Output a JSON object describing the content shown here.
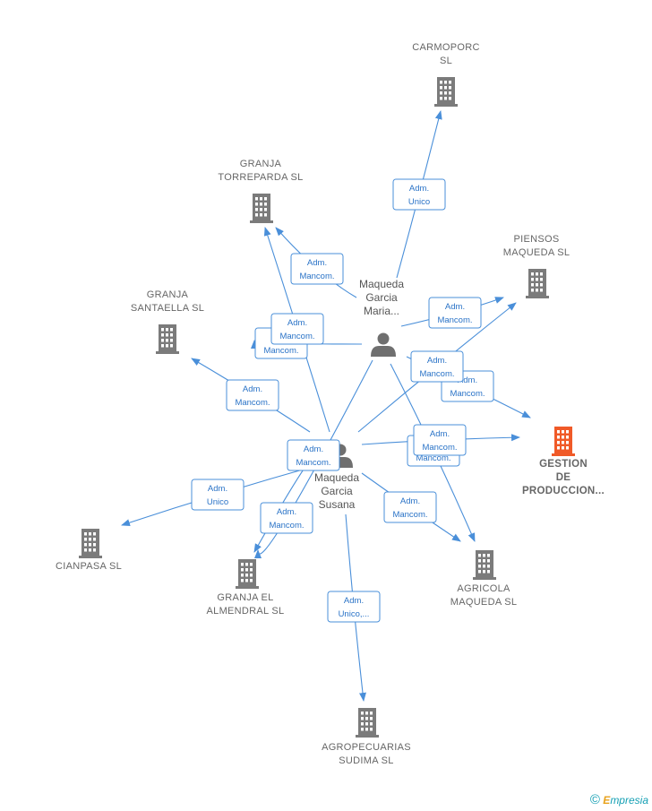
{
  "companies": [
    {
      "id": "carmoporc",
      "lines": [
        "CARMOPORC",
        "SL"
      ],
      "icon": "building-icon",
      "main": false
    },
    {
      "id": "granja-torreparda",
      "lines": [
        "GRANJA",
        "TORREPARDA SL"
      ],
      "icon": "building-icon",
      "main": false
    },
    {
      "id": "piensos-maqueda",
      "lines": [
        "PIENSOS",
        "MAQUEDA SL"
      ],
      "icon": "building-icon",
      "main": false
    },
    {
      "id": "granja-santaella",
      "lines": [
        "GRANJA",
        "SANTAELLA SL"
      ],
      "icon": "building-icon",
      "main": false
    },
    {
      "id": "gestion-produccion",
      "lines": [
        "GESTION",
        "DE",
        "PRODUCCION..."
      ],
      "icon": "building-icon",
      "main": true
    },
    {
      "id": "cianpasa",
      "lines": [
        "CIANPASA SL"
      ],
      "icon": "building-icon",
      "main": false
    },
    {
      "id": "granja-el-almendral",
      "lines": [
        "GRANJA EL",
        "ALMENDRAL SL"
      ],
      "icon": "building-icon",
      "main": false
    },
    {
      "id": "agricola-maqueda",
      "lines": [
        "AGRICOLA",
        "MAQUEDA SL"
      ],
      "icon": "building-icon",
      "main": false
    },
    {
      "id": "agropecuarias-sudima",
      "lines": [
        "AGROPECUARIAS",
        "SUDIMA  SL"
      ],
      "icon": "building-icon",
      "main": false
    }
  ],
  "persons": [
    {
      "id": "maria",
      "lines": [
        "Maqueda",
        "Garcia",
        "Maria..."
      ],
      "icon": "person-icon"
    },
    {
      "id": "susana",
      "lines": [
        "Maqueda",
        "Garcia",
        "Susana"
      ],
      "icon": "person-icon"
    }
  ],
  "edges": [
    {
      "from": "maria",
      "to": "carmoporc",
      "lines": [
        "Adm.",
        "Unico"
      ]
    },
    {
      "from": "maria",
      "to": "granja-torreparda",
      "lines": [
        "Adm.",
        "Mancom."
      ]
    },
    {
      "from": "maria",
      "to": "piensos-maqueda",
      "lines": [
        "Adm.",
        "Mancom."
      ]
    },
    {
      "from": "maria",
      "to": "granja-santaella",
      "lines": [
        "Adm.",
        "Mancom."
      ]
    },
    {
      "from": "maria",
      "to": "gestion-produccion",
      "lines": [
        "Adm.",
        "Mancom."
      ]
    },
    {
      "from": "maria",
      "to": "granja-el-almendral",
      "lines": [
        "Adm.",
        "Mancom."
      ]
    },
    {
      "from": "maria",
      "to": "agricola-maqueda",
      "lines": [
        "Adm.",
        "Mancom."
      ]
    },
    {
      "from": "susana",
      "to": "granja-torreparda",
      "lines": [
        "Adm.",
        "Mancom."
      ]
    },
    {
      "from": "susana",
      "to": "piensos-maqueda",
      "lines": [
        "Adm.",
        "Mancom."
      ]
    },
    {
      "from": "susana",
      "to": "granja-santaella",
      "lines": [
        "Adm.",
        "Mancom."
      ]
    },
    {
      "from": "susana",
      "to": "gestion-produccion",
      "lines": [
        "Adm.",
        "Mancom."
      ]
    },
    {
      "from": "susana",
      "to": "cianpasa",
      "lines": [
        "Adm.",
        "Unico"
      ]
    },
    {
      "from": "susana",
      "to": "granja-el-almendral",
      "lines": [
        "Adm.",
        "Mancom."
      ]
    },
    {
      "from": "susana",
      "to": "agricola-maqueda",
      "lines": [
        "Adm.",
        "Mancom."
      ]
    },
    {
      "from": "susana",
      "to": "agropecuarias-sudima",
      "lines": [
        "Adm.",
        "Unico,..."
      ]
    }
  ],
  "colors": {
    "edge": "#4a8fd9",
    "building": "#7b7b7b",
    "building_main": "#f05a28",
    "person": "#6f6f6f"
  },
  "copyright": {
    "symbol": "©",
    "brand_first": "E",
    "brand_rest": "mpresia"
  }
}
